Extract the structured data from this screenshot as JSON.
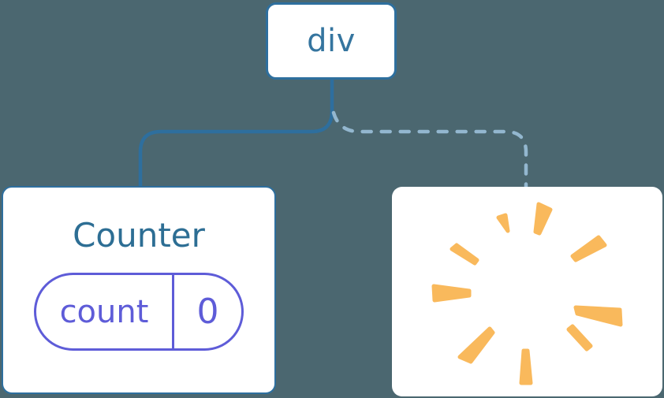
{
  "tree": {
    "root": {
      "label": "div"
    },
    "children": [
      {
        "title": "Counter",
        "connector": "solid",
        "state": {
          "key": "count",
          "value": "0"
        }
      },
      {
        "icon": "poof-icon",
        "connector": "dashed"
      }
    ]
  },
  "colors": {
    "background": "#4B6770",
    "card_bg": "#FFFFFF",
    "node_blue": "#2E6F9E",
    "node_text_blue": "#35759F",
    "counter_title": "#2D6E94",
    "dashed_blue": "#93B7CF",
    "state_purple": "#5E5CD8",
    "poof_orange": "#F9B95C"
  }
}
